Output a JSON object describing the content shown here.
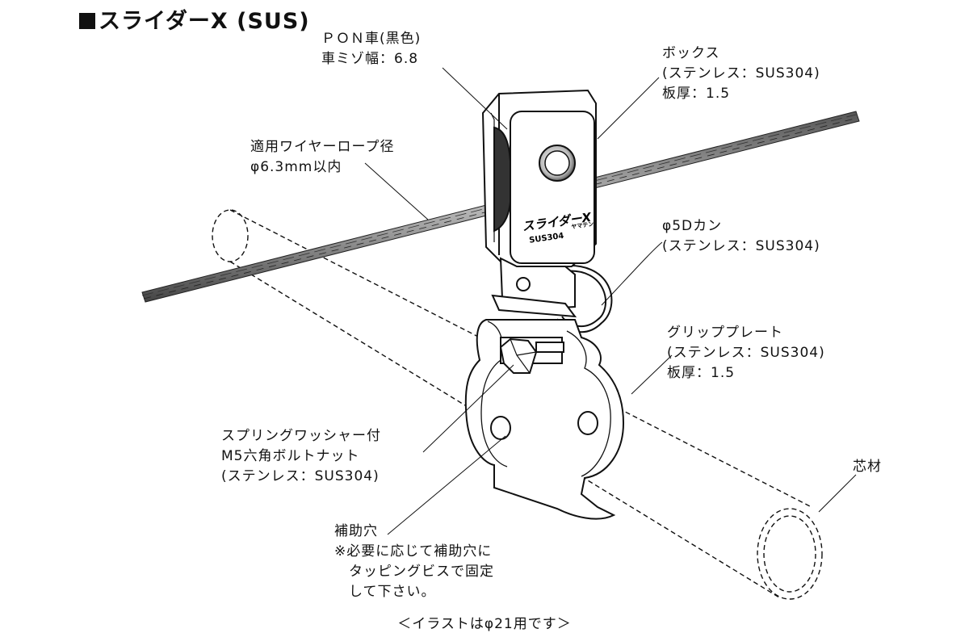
{
  "title": "スライダーX (SUS)",
  "labels": {
    "pon": {
      "line1": "ＰＯＮ車(黒色)",
      "line2": "車ミゾ幅：6.8"
    },
    "box": {
      "line1": "ボックス",
      "line2": "(ステンレス：SUS304)",
      "line3": "板厚：1.5"
    },
    "wire": {
      "line1": "適用ワイヤーロープ径",
      "line2": "φ6.3mm以内"
    },
    "dkan": {
      "line1": "φ5Dカン",
      "line2": "(ステンレス：SUS304)"
    },
    "grip": {
      "line1": "グリッププレート",
      "line2": "(ステンレス：SUS304)",
      "line3": "板厚：1.5"
    },
    "bolt": {
      "line1": "スプリングワッシャー付",
      "line2": "M5六角ボルトナット",
      "line3": "(ステンレス：SUS304)"
    },
    "core": {
      "line1": "芯材"
    },
    "hole": {
      "line1": "補助穴",
      "line2": "※必要に応じて補助穴に",
      "line3": "　タッピングビスで固定",
      "line4": "　して下さい。"
    }
  },
  "box_marking": {
    "name": "スライダーX",
    "material": "SUS304",
    "brand": "ヤマテン"
  },
  "caption": "＜イラストはφ21用です＞"
}
